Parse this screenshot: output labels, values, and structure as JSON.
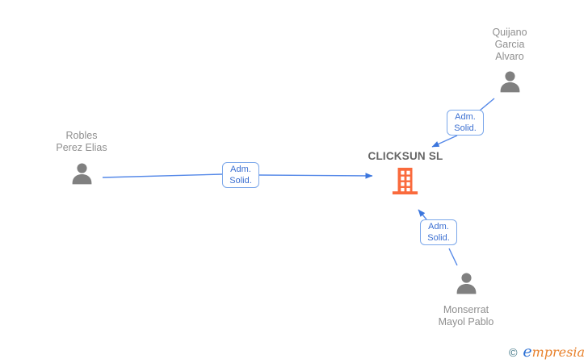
{
  "diagram": {
    "company": {
      "name": "CLICKSUN SL"
    },
    "persons": [
      {
        "id": "robles",
        "name_lines": [
          "Robles",
          "Perez Elias"
        ]
      },
      {
        "id": "quijano",
        "name_lines": [
          "Quijano",
          "Garcia",
          "Alvaro"
        ]
      },
      {
        "id": "monserrat",
        "name_lines": [
          "Monserrat",
          "Mayol Pablo"
        ]
      }
    ],
    "edges": [
      {
        "from": "Robles Perez Elias",
        "to": "CLICKSUN SL",
        "label_lines": [
          "Adm.",
          "Solid."
        ]
      },
      {
        "from": "Quijano Garcia Alvaro",
        "to": "CLICKSUN SL",
        "label_lines": [
          "Adm.",
          "Solid."
        ]
      },
      {
        "from": "Monserrat Mayol Pablo",
        "to": "CLICKSUN SL",
        "label_lines": [
          "Adm.",
          "Solid."
        ]
      }
    ],
    "colors": {
      "edge_blue": "#5488e8",
      "arrowhead_blue": "#3b76dd",
      "label_text_blue": "#3b6fd1",
      "label_border_blue": "#7ba7ea",
      "person_gray": "#808080",
      "name_text_gray": "#8f8f8f",
      "company_name_gray": "#666666",
      "building_orange": "#fa6a3c",
      "watermark_copyright_teal": "#4a7d8c",
      "watermark_initial_blue": "#2a6fd4",
      "watermark_rest_orange": "#e8822d"
    }
  },
  "watermark": {
    "symbol": "©",
    "brand_initial": "e",
    "brand_rest": "mpresia"
  }
}
